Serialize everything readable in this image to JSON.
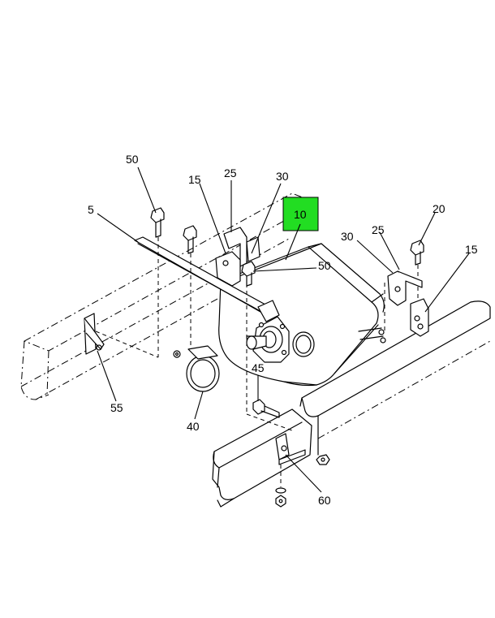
{
  "colors": {
    "highlight": "#22dd22",
    "line": "#000000",
    "background": "#ffffff"
  },
  "callouts": {
    "c5": "5",
    "c10": "10",
    "c15a": "15",
    "c15b": "15",
    "c20": "20",
    "c25a": "25",
    "c25b": "25",
    "c30a": "30",
    "c30b": "30",
    "c40": "40",
    "c45": "45",
    "c50a": "50",
    "c50b": "50",
    "c55": "55",
    "c60": "60"
  }
}
